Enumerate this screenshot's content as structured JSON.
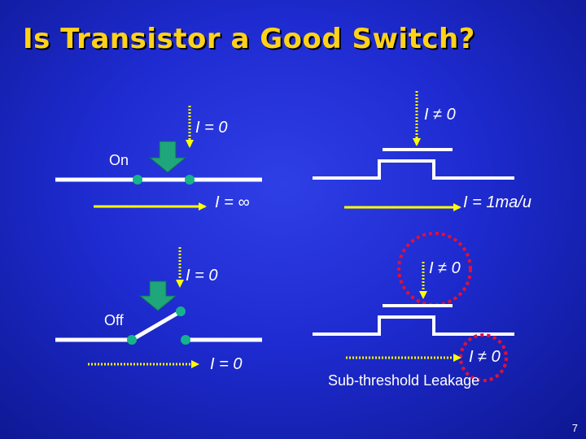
{
  "slide": {
    "title": "Is Transistor a Good Switch?",
    "page_number": "7"
  },
  "labels": {
    "on": "On",
    "off": "Off",
    "on_gate_current": "I = 0",
    "on_channel_current": "I = ∞",
    "on_transistor_gate_current": "I ≠ 0",
    "on_transistor_channel_current": "I = 1ma/u",
    "off_gate_current": "I = 0",
    "off_channel_current": "I = 0",
    "off_transistor_gate_current": "I ≠ 0",
    "off_transistor_channel_current": "I ≠ 0",
    "leakage_caption": "Sub-threshold Leakage"
  },
  "colors": {
    "title": "#ffd21a",
    "arrow": "#ffff00",
    "switch_node": "#17b28c",
    "highlight_circle": "#e0103a",
    "wire": "#ffffff",
    "actuator": "#1fa67a"
  }
}
